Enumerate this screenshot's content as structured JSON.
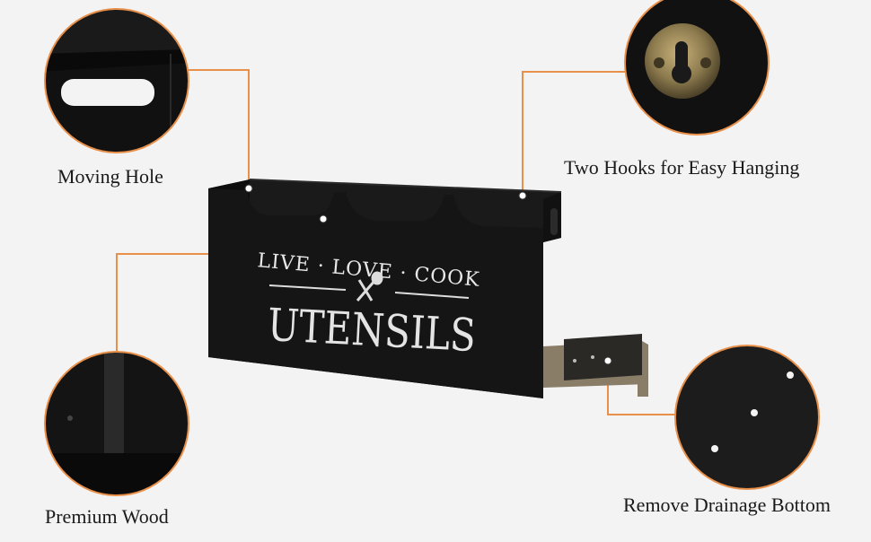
{
  "callouts": {
    "moving_hole": "Moving Hole",
    "hooks": "Two Hooks for Easy Hanging",
    "wood": "Premium Wood",
    "drainage": "Remove Drainage Bottom"
  },
  "product": {
    "tagline": "LIVE · LOVE · COOK",
    "name": "UTENSILS"
  },
  "colors": {
    "leader_line": "#e8904a",
    "wood_black": "#111111",
    "drain_board": "#8a7d68"
  }
}
